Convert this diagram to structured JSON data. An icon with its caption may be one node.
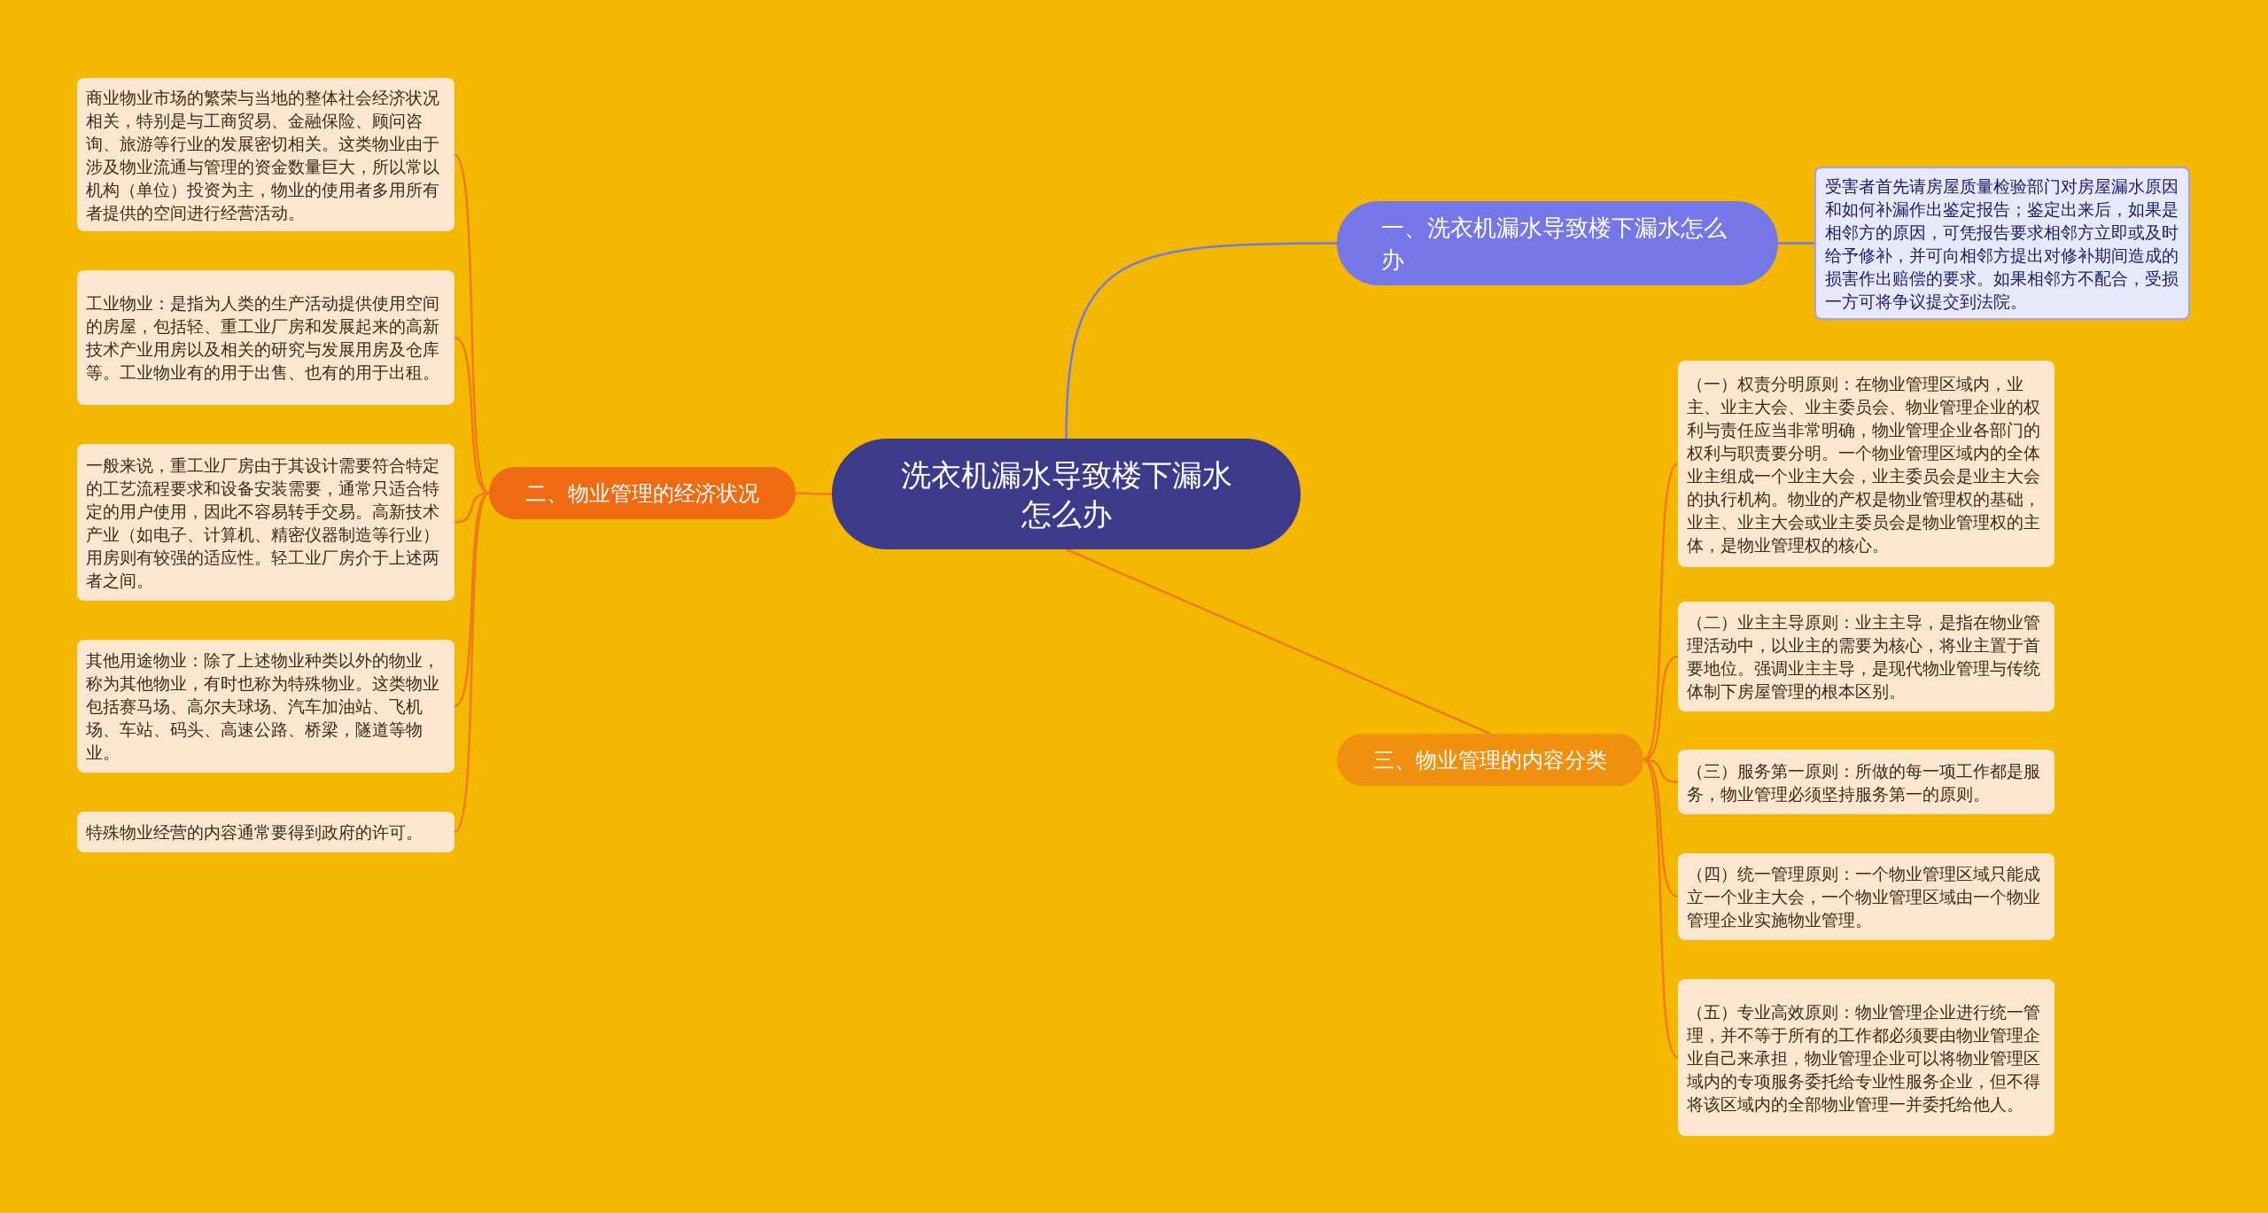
{
  "diagram": {
    "nodes": [
      {
        "text": [
          "洗衣机漏水导致楼下漏水怎么办"
        ]
      },
      {
        "text": [
          "一、洗衣机漏水导致楼下漏水怎么办"
        ]
      },
      {
        "text": [
          "受害者首先请房屋质量检验部门对房屋漏水原因和如何补漏作出鉴定报告；鉴定出来后，如果是相邻方的原因，可凭报告要求相邻方立即或及时给予修补，并可向相邻方提出对修补期间造成的损害作出赔偿的要求。如果相邻方不配合，受损一方可将争议提交到法院。"
        ]
      },
      {
        "text": [
          "二、物业管理的经济状况"
        ]
      },
      {
        "text": [
          "商业物业市场的繁荣与当地的整体社会经济状况相关，特别是与工商贸易、金融保险、顾问咨询、旅游等行业的发展密切相关。这类物业由于涉及物业流通与管理的资金数量巨大，所以常以机构（单位）投资为主，物业的使用者多用所有者提供的空间进行经营活动。"
        ]
      },
      {
        "text": [
          "工业物业：是指为人类的生产活动提供使用空间的房屋，包括轻、重工业厂房和发展起来的高新技术产业用房以及相关的研究与发展用房及仓库等。工业物业有的用于出售、也有的用于出租。"
        ]
      },
      {
        "text": [
          "一般来说，重工业厂房由于其设计需要符合特定的工艺流程要求和设备安装需要，通常只适合特定的用户使用，因此不容易转手交易。高新技术产业（如电子、计算机、精密仪器制造等行业）用房则有较强的适应性。轻工业厂房介于上述两者之间。"
        ]
      },
      {
        "text": [
          "其他用途物业：除了上述物业种类以外的物业，称为其他物业，有时也称为特殊物业。这类物业包括赛马场、高尔夫球场、汽车加油站、飞机场、车站、码头、高速公路、桥梁，隧道等物业。"
        ]
      },
      {
        "text": [
          "特殊物业经营的内容通常要得到政府的许可。"
        ]
      },
      {
        "text": [
          "三、物业管理的内容分类"
        ]
      },
      {
        "text": [
          "（一）权责分明原则：在物业管理区域内，业主、业主大会、业主委员会、物业管理企业的权利与责任应当非常明确，物业管理企业各部门的权利与职责要分明。一个物业管理区域内的全体业主组成一个业主大会，业主委员会是业主大会的执行机构。物业的产权是物业管理权的基础，业主、业主大会或业主委员会是物业管理权的主体，是物业管理权的核心。"
        ]
      },
      {
        "text": [
          "（二）业主主导原则：业主主导，是指在物业管理活动中，以业主的需要为核心，将业主置于首要地位。强调业主主导，是现代物业管理与传统体制下房屋管理的根本区别。"
        ]
      },
      {
        "text": [
          "（三）服务第一原则：所做的每一项工作都是服务，物业管理必须坚持服务第一的原则。"
        ]
      },
      {
        "text": [
          "（四）统一管理原则：一个物业管理区域只能成立一个业主大会，一个物业管理区域由一个物业管理企业实施物业管理。"
        ]
      },
      {
        "text": [
          "（五）专业高效原则：物业管理企业进行统一管理，并不等于所有的工作都必须要由物业管理企业自己来承担，物业管理企业可以将物业管理区域内的专项服务委托给专业性服务企业，但不得将该区域内的全部物业管理一并委托给他人。"
        ]
      }
    ],
    "edges": [
      {
        "from": 0,
        "to": 1,
        "arrow": "none",
        "color": "#7577e8"
      },
      {
        "from": 1,
        "to": 2,
        "arrow": "none",
        "color": "#7577e8"
      },
      {
        "from": 0,
        "to": 3,
        "arrow": "none"
      },
      {
        "from": 3,
        "to": 4,
        "arrow": "none"
      },
      {
        "from": 3,
        "to": 5,
        "arrow": "none"
      },
      {
        "from": 3,
        "to": 6,
        "arrow": "none"
      },
      {
        "from": 3,
        "to": 7,
        "arrow": "none"
      },
      {
        "from": 3,
        "to": 8,
        "arrow": "none"
      },
      {
        "from": 0,
        "to": 9,
        "arrow": "none"
      },
      {
        "from": 9,
        "to": 10,
        "arrow": "none"
      },
      {
        "from": 9,
        "to": 11,
        "arrow": "none"
      },
      {
        "from": 9,
        "to": 12,
        "arrow": "none"
      },
      {
        "from": 9,
        "to": 13,
        "arrow": "none"
      },
      {
        "from": 9,
        "to": 14,
        "arrow": "none"
      }
    ]
  }
}
